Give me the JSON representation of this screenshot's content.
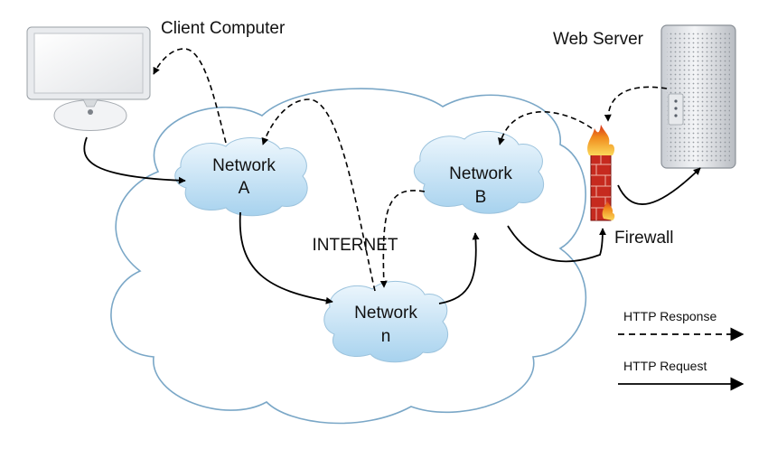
{
  "labels": {
    "client": "Client Computer",
    "server": "Web Server",
    "internet": "INTERNET",
    "firewall": "Firewall"
  },
  "networks": [
    {
      "id": "a",
      "line1": "Network",
      "line2": "A"
    },
    {
      "id": "b",
      "line1": "Network",
      "line2": "B"
    },
    {
      "id": "n",
      "line1": "Network",
      "line2": "n"
    }
  ],
  "legend": {
    "response": "HTTP Response",
    "request": "HTTP Request"
  },
  "colors": {
    "cloud_outline": "#7aa7c7",
    "cloud_fill_top": "#ecf6fc",
    "cloud_fill_bottom": "#a9d3ee",
    "firewall_brick": "#c62a1f",
    "flame": "#f29a21",
    "arrow": "#000000"
  },
  "icons": {
    "client": "imac-computer-icon",
    "server": "tower-server-icon",
    "firewall": "brick-firewall-icon"
  }
}
